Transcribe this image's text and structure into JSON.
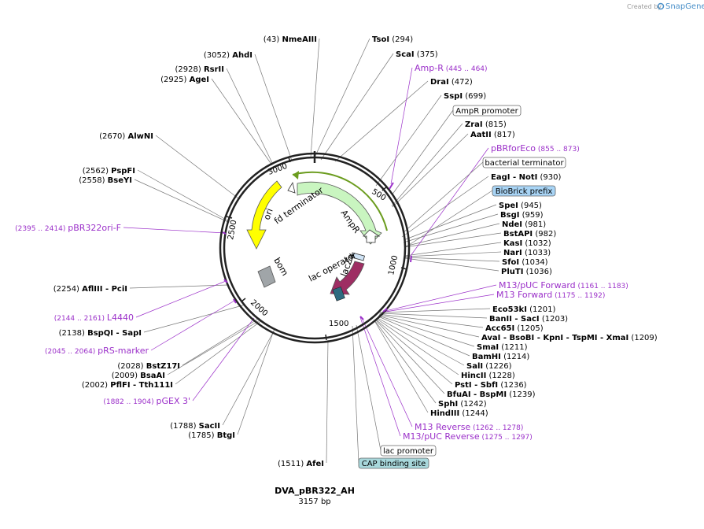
{
  "branding": {
    "created_by": "Created by",
    "app": "SnapGene"
  },
  "map": {
    "name": "DVA_pBR322_AH",
    "length": "3157 bp",
    "ruler_ticks": [
      "500",
      "1000",
      "1500",
      "2000",
      "2500",
      "3000"
    ]
  },
  "features": [
    {
      "name": "AmpR",
      "color": "#c9f5c0"
    },
    {
      "name": "fd terminator",
      "color": "#ffffff"
    },
    {
      "name": "ori",
      "color": "#ffff00"
    },
    {
      "name": "bom",
      "color": "#a0a5a8"
    },
    {
      "name": "lac operator",
      "color": "#ffffff"
    },
    {
      "name": "lacZα",
      "color": "#9e2e63"
    }
  ],
  "sites": [
    {
      "name": "NmeAIII",
      "pos": "(43)"
    },
    {
      "name": "TsoI",
      "pos": "(294)"
    },
    {
      "name": "ScaI",
      "pos": "(375)"
    },
    {
      "name": "DraI",
      "pos": "(472)"
    },
    {
      "name": "SspI",
      "pos": "(699)"
    },
    {
      "name": "ZraI",
      "pos": "(815)"
    },
    {
      "name": "AatII",
      "pos": "(817)"
    },
    {
      "name": "EagI",
      "sep": "- NotI",
      "pos": "(930)"
    },
    {
      "name": "SpeI",
      "pos": "(945)"
    },
    {
      "name": "BsgI",
      "pos": "(959)"
    },
    {
      "name": "NdeI",
      "pos": "(981)"
    },
    {
      "name": "BstAPI",
      "pos": "(982)"
    },
    {
      "name": "KasI",
      "pos": "(1032)"
    },
    {
      "name": "NarI",
      "pos": "(1033)"
    },
    {
      "name": "SfoI",
      "pos": "(1034)"
    },
    {
      "name": "PluTI",
      "pos": "(1036)"
    },
    {
      "name": "Eco53kI",
      "pos": "(1201)"
    },
    {
      "name": "BanII",
      "sep": "- SacI",
      "pos": "(1203)"
    },
    {
      "name": "Acc65I",
      "pos": "(1205)"
    },
    {
      "name": "AvaI",
      "sep": "- BsoBI - KpnI - TspMI - XmaI",
      "pos": "(1209)"
    },
    {
      "name": "SmaI",
      "pos": "(1211)"
    },
    {
      "name": "BamHI",
      "pos": "(1214)"
    },
    {
      "name": "SalI",
      "pos": "(1226)"
    },
    {
      "name": "HincII",
      "pos": "(1228)"
    },
    {
      "name": "PstI",
      "sep": "- SbfI",
      "pos": "(1236)"
    },
    {
      "name": "BfuAI",
      "sep": "- BspMI",
      "pos": "(1239)"
    },
    {
      "name": "SphI",
      "pos": "(1242)"
    },
    {
      "name": "HindIII",
      "pos": "(1244)"
    },
    {
      "name": "AfeI",
      "pos": "(1511)"
    },
    {
      "name": "BtgI",
      "pos": "(1785)"
    },
    {
      "name": "SacII",
      "pos": "(1788)"
    },
    {
      "name": "PflFI",
      "sep": "- Tth111I",
      "pos": "(2002)"
    },
    {
      "name": "BsaAI",
      "pos": "(2009)"
    },
    {
      "name": "BstZ17I",
      "pos": "(2028)"
    },
    {
      "name": "BspQI",
      "sep": "- SapI",
      "pos": "(2138)"
    },
    {
      "name": "AflIII",
      "sep": "- PciI",
      "pos": "(2254)"
    },
    {
      "name": "BseYI",
      "pos": "(2558)"
    },
    {
      "name": "PspFI",
      "pos": "(2562)"
    },
    {
      "name": "AlwNI",
      "pos": "(2670)"
    },
    {
      "name": "AgeI",
      "pos": "(2925)"
    },
    {
      "name": "RsrII",
      "pos": "(2928)"
    },
    {
      "name": "AhdI",
      "pos": "(3052)"
    }
  ],
  "primers": [
    {
      "name": "Amp-R",
      "range": "(445 .. 464)"
    },
    {
      "name": "pBRforEco",
      "range": "(855 .. 873)"
    },
    {
      "name": "M13/pUC Forward",
      "range": "(1161 .. 1183)"
    },
    {
      "name": "M13 Forward",
      "range": "(1175 .. 1192)"
    },
    {
      "name": "M13 Reverse",
      "range": "(1262 .. 1278)"
    },
    {
      "name": "M13/pUC Reverse",
      "range": "(1275 .. 1297)"
    },
    {
      "name": "pGEX 3'",
      "range": "(1882 .. 1904)"
    },
    {
      "name": "pRS-marker",
      "range": "(2045 .. 2064)"
    },
    {
      "name": "L4440",
      "range": "(2144 .. 2161)"
    },
    {
      "name": "pBR322ori-F",
      "range": "(2395 .. 2414)"
    }
  ],
  "boxed": [
    {
      "name": "AmpR promoter",
      "fill": "#ffffff"
    },
    {
      "name": "bacterial terminator",
      "fill": "#ffffff"
    },
    {
      "name": "BioBrick prefix",
      "fill": "#a8d4f5"
    },
    {
      "name": "lac promoter",
      "fill": "#ffffff"
    },
    {
      "name": "CAP binding site",
      "fill": "#a8d8dc"
    }
  ]
}
